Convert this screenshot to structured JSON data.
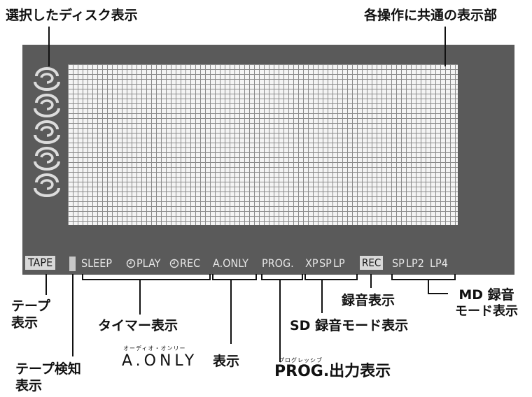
{
  "labels": {
    "selected_disc": "選択したディスク表示",
    "common_display": "各操作に共通の表示部",
    "tape_display_line1": "テープ",
    "tape_display_line2": "表示",
    "tape_sense_line1": "テープ検知",
    "tape_sense_line2": "表示",
    "timer_display": "タイマー表示",
    "aonly_ruby": "オーディオ・オンリー",
    "aonly_main": "A.ONLY",
    "aonly_suffix": "表示",
    "prog_ruby": "プログレッシブ",
    "prog_main": "PROG.出力表示",
    "rec_display": "録音表示",
    "sd_rec_mode": "SD 録音モード表示",
    "md_rec_line1": "MD 録音",
    "md_rec_line2": "モード表示"
  },
  "indicators": {
    "tape": "TAPE",
    "sleep": "SLEEP",
    "play": "PLAY",
    "rec_timer": "REC",
    "aonly": "A.ONLY",
    "prog": "PROG.",
    "xp": "XP",
    "sp": "SP",
    "lp": "LP",
    "rec_box": "REC",
    "md_sp": "SP",
    "md_lp2": "LP2",
    "md_lp4": "LP4"
  },
  "icons": {
    "disc": "disc-icon",
    "clock": "clock-icon"
  },
  "colors": {
    "panel": "#5a5a5a",
    "grid_bg": "#f4f4f4",
    "indicator_text": "#e6e6e6"
  }
}
